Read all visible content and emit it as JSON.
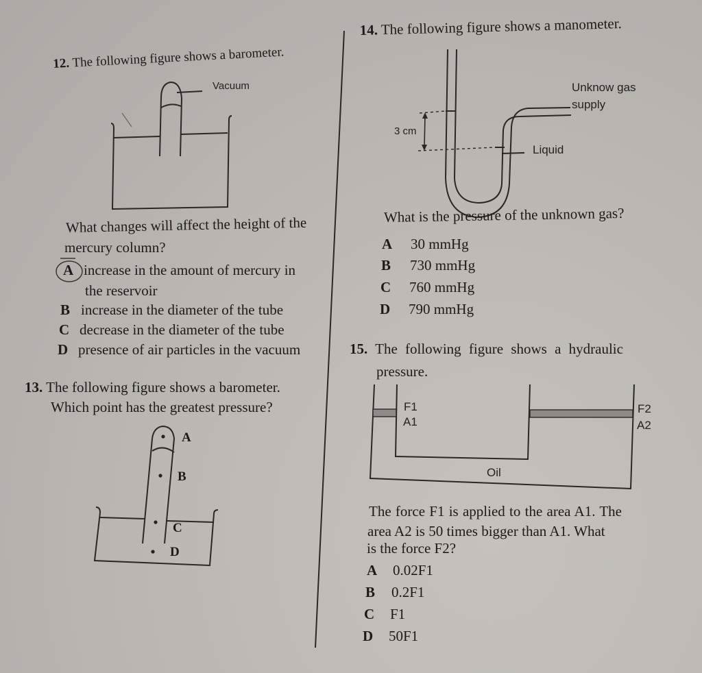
{
  "page": {
    "background_color": "#bdb8b4",
    "ink_color": "#1c1a1a"
  },
  "q12": {
    "number": "12.",
    "title": "The following figure shows a barometer.",
    "figure": {
      "label_vacuum": "Vacuum"
    },
    "question_line1": "What changes will affect the height of the",
    "question_line2": "mercury column?",
    "options": [
      {
        "letter": "A",
        "text_line1": "increase in the amount of mercury in",
        "text_line2": "the reservoir",
        "circled": true
      },
      {
        "letter": "B",
        "text_line1": "increase in the diameter of the tube"
      },
      {
        "letter": "C",
        "text_line1": "decrease in the diameter of the tube"
      },
      {
        "letter": "D",
        "text_line1": "presence of air particles in the vacuum"
      }
    ]
  },
  "q13": {
    "number": "13.",
    "title_line1": "The following figure shows a barometer.",
    "title_line2": "Which point has the greatest pressure?",
    "figure": {
      "points": [
        "A",
        "B",
        "C",
        "D"
      ]
    }
  },
  "q14": {
    "number": "14.",
    "title": "The following figure shows a manometer.",
    "figure": {
      "label_gas_line1": "Unknow gas",
      "label_gas_line2": "supply",
      "label_height": "3 cm",
      "label_liquid": "Liquid"
    },
    "question": "What is the pressure of the unknown gas?",
    "options": [
      {
        "letter": "A",
        "text": "30 mmHg"
      },
      {
        "letter": "B",
        "text": "730 mmHg"
      },
      {
        "letter": "C",
        "text": "760 mmHg"
      },
      {
        "letter": "D",
        "text": "790 mmHg"
      }
    ]
  },
  "q15": {
    "number": "15.",
    "title_line1": "The following figure shows a hydraulic",
    "title_line2": "pressure.",
    "figure": {
      "label_f1": "F1",
      "label_a1": "A1",
      "label_f2": "F2",
      "label_a2": "A2",
      "label_oil": "Oil"
    },
    "question_line1": "The force F1 is applied to the area A1. The",
    "question_line2": "area A2 is 50 times bigger than A1. What",
    "question_line3": "is the force F2?",
    "options": [
      {
        "letter": "A",
        "text": "0.02F1"
      },
      {
        "letter": "B",
        "text": "0.2F1"
      },
      {
        "letter": "C",
        "text": "F1"
      },
      {
        "letter": "D",
        "text": "50F1"
      }
    ]
  }
}
